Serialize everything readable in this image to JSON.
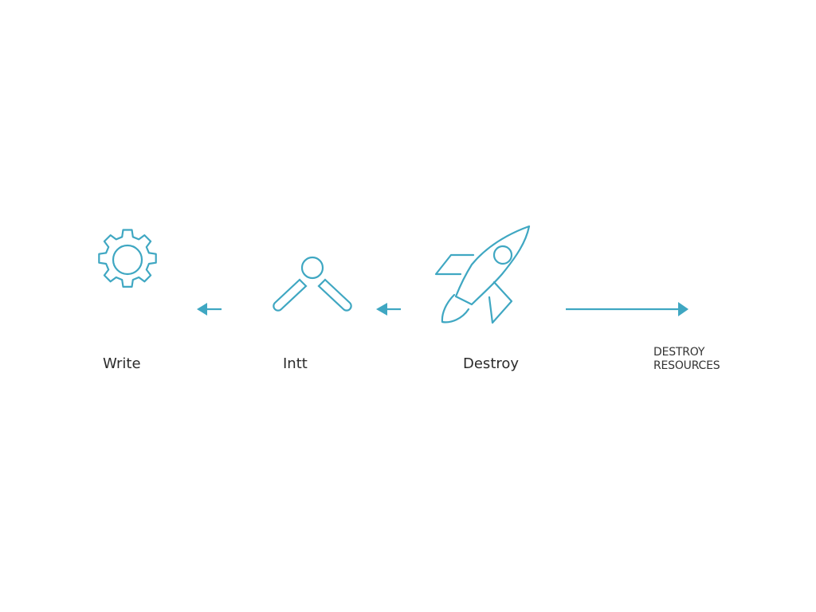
{
  "colors": {
    "accent": "#3fa7c2",
    "text": "#2b2b2b"
  },
  "steps": [
    {
      "label": "Write",
      "icon": "gear-icon"
    },
    {
      "label": "Intt",
      "icon": "pliers-icon"
    },
    {
      "label": "Destroy",
      "icon": "rocket-icon"
    }
  ],
  "end_label": {
    "line1": "DESTROY",
    "line2": "RESOURCES"
  },
  "connectors": [
    {
      "direction": "left"
    },
    {
      "direction": "left"
    },
    {
      "direction": "right"
    }
  ]
}
